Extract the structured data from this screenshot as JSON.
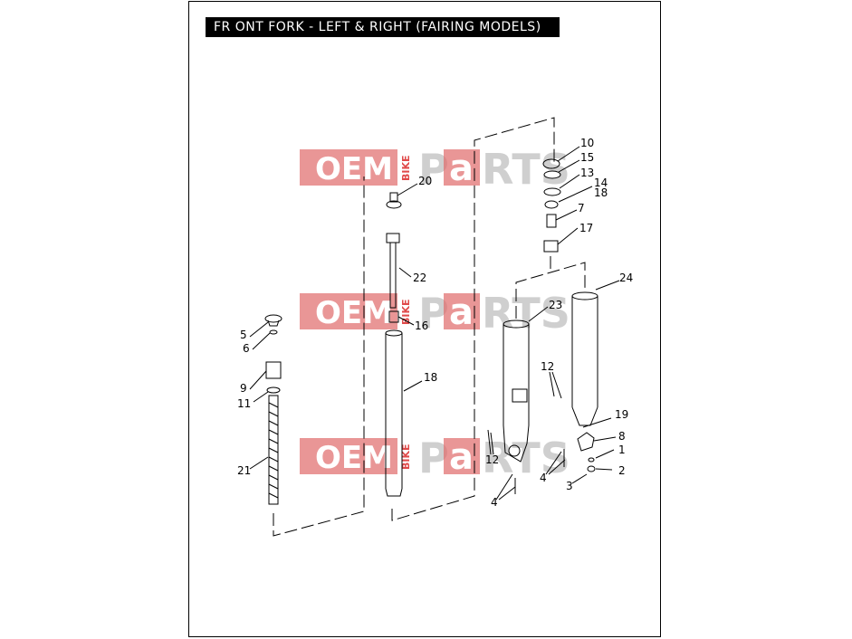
{
  "title": "FR ONT FORK - LEFT & RIGHT (FAIRING MODELS)",
  "watermark": {
    "oem": "OEM",
    "bike": "BIKE",
    "p": "P",
    "a": "a",
    "rts": "RTS",
    "accent_color": "#e05050"
  },
  "part_labels": [
    "10",
    "15",
    "13",
    "14",
    "18",
    "7",
    "17",
    "20",
    "24",
    "23",
    "22",
    "16",
    "5",
    "6",
    "18",
    "12",
    "9",
    "11",
    "19",
    "8",
    "1",
    "21",
    "12",
    "4",
    "2",
    "3",
    "4"
  ]
}
